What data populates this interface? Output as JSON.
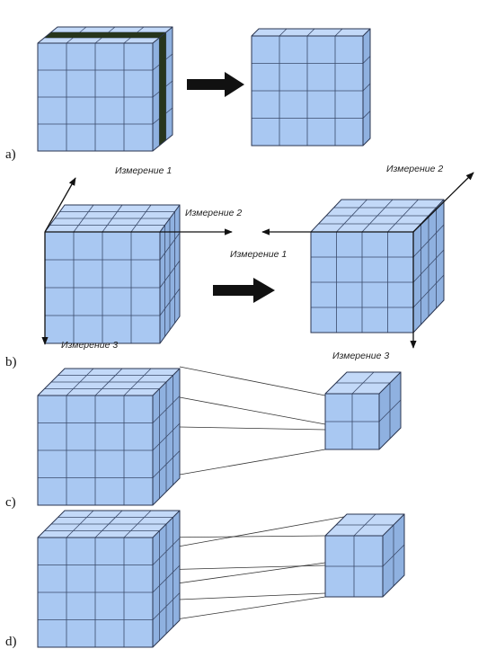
{
  "colors": {
    "front": "#a9c8f2",
    "top": "#c3d9f8",
    "side": "#8fb1e0",
    "slice": "#27351c",
    "line": "#3a4a6a"
  },
  "panels": {
    "a": "a)",
    "b": "b)",
    "c": "c)",
    "d": "d)"
  },
  "labels": {
    "dim1_left": "Измерение 1",
    "dim2_left": "Измерение 2",
    "dim3_left": "Измерение 3",
    "dim1_center": "Измерение 1",
    "dim2_right": "Измерение 2",
    "dim3_right": "Измерение 3"
  }
}
